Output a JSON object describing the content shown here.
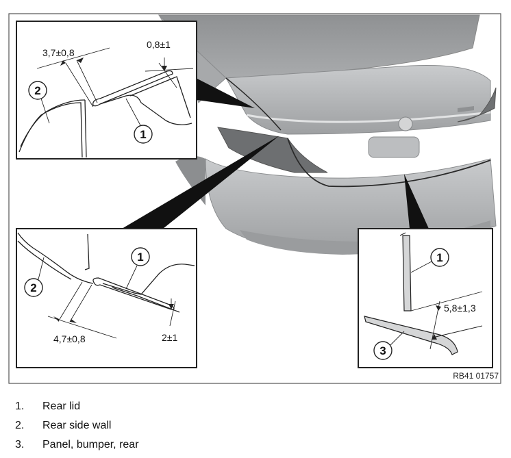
{
  "figure": {
    "reference": "RB41 01757",
    "callouts": {
      "one": "1",
      "two": "2",
      "three": "3"
    },
    "dimensions": {
      "top_gap": "3,7±0,8",
      "top_flush": "0,8±1",
      "bottom_gap": "4,7±0,8",
      "bottom_flush": "2±1",
      "bumper_gap": "5,8±1,3"
    }
  },
  "legend": {
    "items": [
      {
        "number": "1.",
        "label": "Rear lid"
      },
      {
        "number": "2.",
        "label": "Rear side wall"
      },
      {
        "number": "3.",
        "label": "Panel, bumper, rear"
      }
    ]
  },
  "colors": {
    "frame": "#333333",
    "car_body": "#b9bbbd",
    "car_dark": "#7c7e80",
    "line": "#222222"
  }
}
